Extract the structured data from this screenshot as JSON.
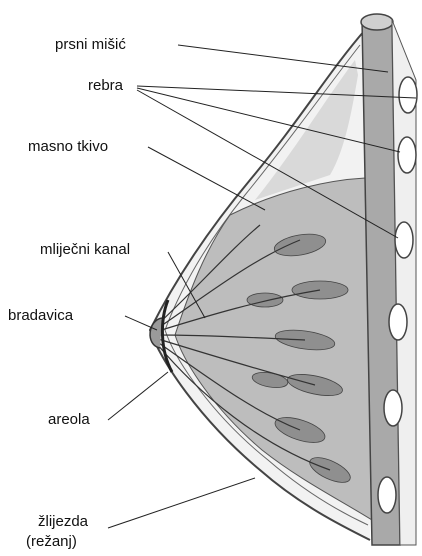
{
  "labels": {
    "pectoral_muscle": "prsni mišić",
    "ribs": "rebra",
    "fat_tissue": "masno tkivo",
    "milk_duct": "mliječni kanal",
    "nipple": "bradavica",
    "areola": "areola",
    "gland_line1": "žlijezda",
    "gland_line2": "(režanj)"
  }
}
